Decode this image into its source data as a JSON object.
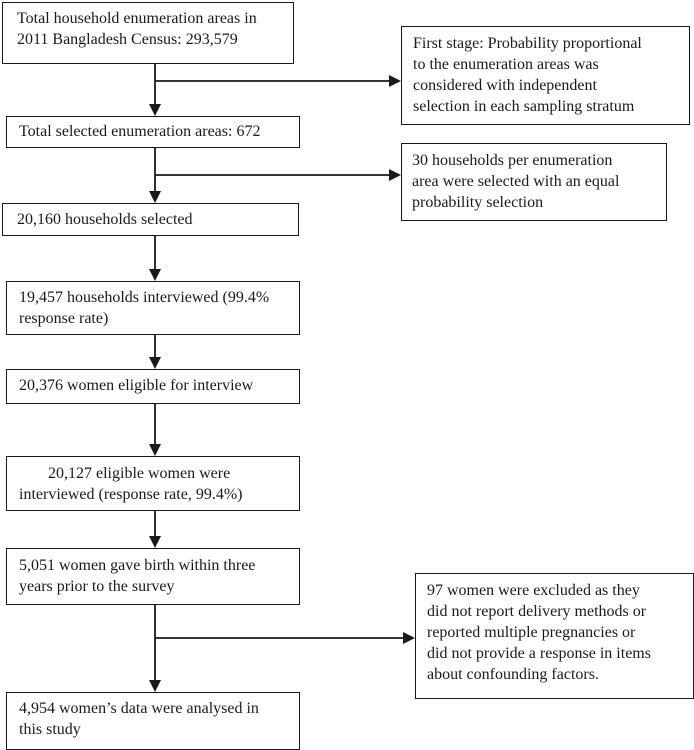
{
  "main_flow": {
    "census": [
      "Total household enumeration areas in",
      "2011 Bangladesh Census: 293,579"
    ],
    "selected_areas": "Total selected enumeration areas: 672",
    "households_selected": "20,160 households selected",
    "households_interviewed": [
      "19,457 households interviewed (99.4%",
      "response rate)"
    ],
    "women_eligible": "20,376 women eligible for interview",
    "women_interviewed": [
      "20,127 eligible women were",
      "interviewed (response rate, 99.4%)"
    ],
    "women_birth": [
      "5,051 women gave birth within three",
      "years prior to the survey"
    ],
    "women_analysed": [
      "4,954 women’s data were analysed in",
      "this study"
    ]
  },
  "side_notes": {
    "first_stage": [
      "First stage: Probability proportional",
      "to the enumeration areas was",
      "considered with independent",
      "selection in each sampling stratum"
    ],
    "second_stage": [
      "30 households per enumeration",
      "area were selected with an equal",
      "probability selection"
    ],
    "excluded": [
      "97 women were excluded as they",
      "did not report delivery methods or",
      "reported multiple pregnancies or",
      "did not provide a response in items",
      "about confounding factors."
    ]
  }
}
